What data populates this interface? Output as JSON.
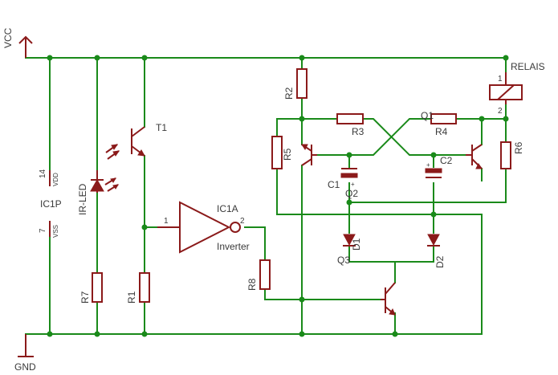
{
  "supply": {
    "vcc": "VCC",
    "gnd": "GND"
  },
  "ic_power": {
    "name": "IC1P",
    "vdd_pin": "14",
    "vdd": "VDD",
    "vss_pin": "7",
    "vss": "VSS"
  },
  "inverter": {
    "name": "IC1A",
    "value": "Inverter",
    "pin_in": "1",
    "pin_out": "2"
  },
  "resistors": {
    "r1": "R1",
    "r2": "R2",
    "r3": "R3",
    "r4": "R4",
    "r5": "R5",
    "r6": "R6",
    "r7": "R7",
    "r8": "R8"
  },
  "capacitors": {
    "c1": "C1",
    "c2": "C2",
    "plus": "+"
  },
  "transistors": {
    "t1": "T1",
    "q1": "Q1",
    "q2": "Q2",
    "q3": "Q3"
  },
  "diodes": {
    "d1": "D1",
    "d2": "D2",
    "ir_led": "IR-LED"
  },
  "relay": {
    "name": "RELAIS",
    "pin1": "1",
    "pin2": "2"
  }
}
